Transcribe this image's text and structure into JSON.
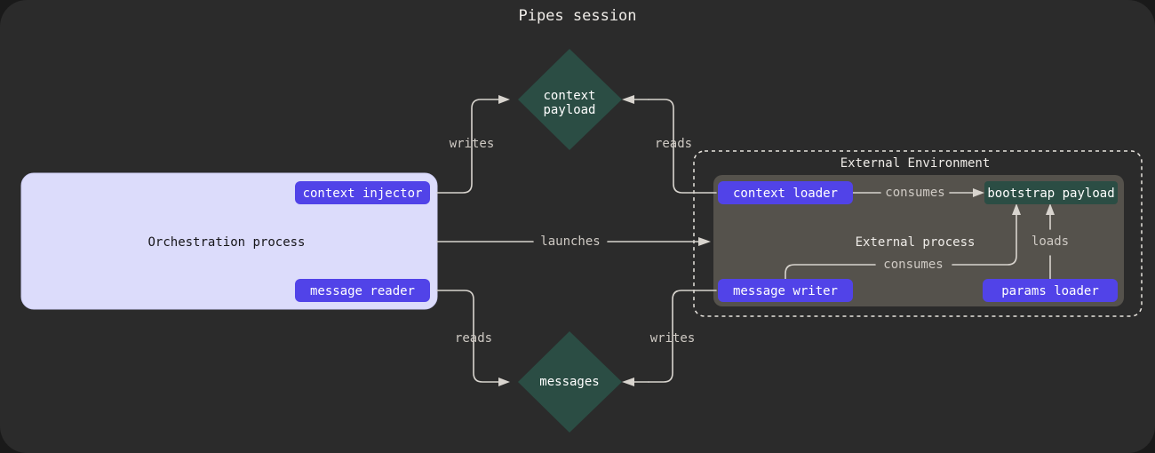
{
  "title": "Pipes session",
  "colors": {
    "background": "#2b2b2b",
    "orchestration_fill": "#dcdcfb",
    "pill_fill": "#5143e8",
    "teal_fill": "#2b4d44",
    "external_process_fill": "#55524c",
    "edge_stroke": "#d8d4ce"
  },
  "clusters": [
    {
      "id": "orchestration",
      "label": "Orchestration process"
    },
    {
      "id": "external-environment",
      "label": "External Environment"
    },
    {
      "id": "external-process",
      "label": "External process"
    }
  ],
  "nodes": [
    {
      "id": "context-injector",
      "label": "context injector",
      "shape": "pill",
      "style": "purple"
    },
    {
      "id": "message-reader",
      "label": "message reader",
      "shape": "pill",
      "style": "purple"
    },
    {
      "id": "context-loader",
      "label": "context loader",
      "shape": "pill",
      "style": "purple"
    },
    {
      "id": "message-writer",
      "label": "message writer",
      "shape": "pill",
      "style": "purple"
    },
    {
      "id": "params-loader",
      "label": "params loader",
      "shape": "pill",
      "style": "purple"
    },
    {
      "id": "bootstrap-payload",
      "label": "bootstrap payload",
      "shape": "rect",
      "style": "teal"
    },
    {
      "id": "context-payload",
      "label": "context payload",
      "label_line1": "context",
      "label_line2": "payload",
      "shape": "diamond",
      "style": "teal"
    },
    {
      "id": "messages",
      "label": "messages",
      "shape": "diamond",
      "style": "teal"
    }
  ],
  "edges": [
    {
      "id": "writes-context",
      "label": "writes",
      "from": "context-injector",
      "to": "context-payload"
    },
    {
      "id": "reads-context",
      "label": "reads",
      "from": "context-loader",
      "to": "context-payload"
    },
    {
      "id": "launches",
      "label": "launches",
      "from": "orchestration",
      "to": "external-process"
    },
    {
      "id": "reads-messages",
      "label": "reads",
      "from": "message-reader",
      "to": "messages"
    },
    {
      "id": "writes-messages",
      "label": "writes",
      "from": "message-writer",
      "to": "messages"
    },
    {
      "id": "consumes-context",
      "label": "consumes",
      "from": "context-loader",
      "to": "bootstrap-payload"
    },
    {
      "id": "consumes-message",
      "label": "consumes",
      "from": "message-writer",
      "to": "bootstrap-payload"
    },
    {
      "id": "loads",
      "label": "loads",
      "from": "params-loader",
      "to": "bootstrap-payload"
    }
  ]
}
